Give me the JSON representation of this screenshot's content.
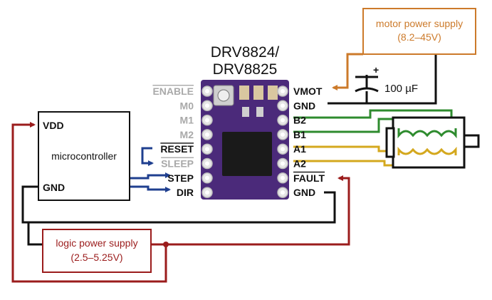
{
  "title": {
    "line1": "DRV8824/",
    "line2": "DRV8825"
  },
  "left_pins": [
    {
      "id": "enable",
      "label": "ENABLE",
      "overline": true,
      "dim": true
    },
    {
      "id": "m0",
      "label": "M0",
      "overline": false,
      "dim": true
    },
    {
      "id": "m1",
      "label": "M1",
      "overline": false,
      "dim": true
    },
    {
      "id": "m2",
      "label": "M2",
      "overline": false,
      "dim": true
    },
    {
      "id": "reset",
      "label": "RESET",
      "overline": true,
      "dim": false
    },
    {
      "id": "sleep",
      "label": "SLEEP",
      "overline": true,
      "dim": true
    },
    {
      "id": "step",
      "label": "STEP",
      "overline": false,
      "dim": false
    },
    {
      "id": "dir",
      "label": "DIR",
      "overline": false,
      "dim": false
    }
  ],
  "right_pins": [
    {
      "id": "vmot",
      "label": "VMOT",
      "overline": false
    },
    {
      "id": "gnd-motor",
      "label": "GND",
      "overline": false
    },
    {
      "id": "b2",
      "label": "B2",
      "overline": false
    },
    {
      "id": "b1",
      "label": "B1",
      "overline": false
    },
    {
      "id": "a1",
      "label": "A1",
      "overline": false
    },
    {
      "id": "a2",
      "label": "A2",
      "overline": false
    },
    {
      "id": "fault",
      "label": "FAULT",
      "overline": true
    },
    {
      "id": "gnd-logic",
      "label": "GND",
      "overline": false
    }
  ],
  "microcontroller": {
    "label": "microcontroller",
    "vdd": "VDD",
    "gnd": "GND"
  },
  "motor_supply": {
    "line1": "motor power supply",
    "line2": "(8.2–45V)"
  },
  "logic_supply": {
    "line1": "logic power supply",
    "line2": "(2.5–5.25V)"
  },
  "capacitor": {
    "value": "100 µF",
    "plus": "+"
  },
  "colors": {
    "black": "#111111",
    "logic_red": "#9b1c1c",
    "motor_orange": "#cc7a2a",
    "signal_blue": "#1f3f8f",
    "coil_green": "#2e8b2e",
    "coil_yellow": "#d4a81e",
    "board_purple": "#4b2a7a",
    "dim_grey": "#a9a9a9"
  }
}
